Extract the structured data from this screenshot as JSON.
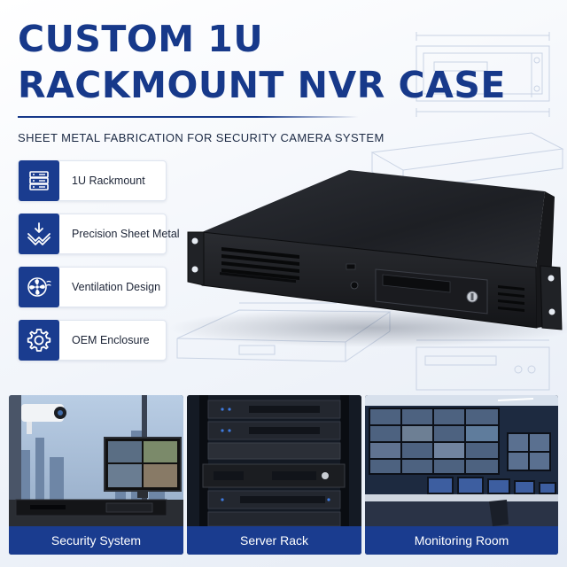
{
  "title": {
    "line1": "CUSTOM 1U",
    "line2": "RACKMOUNT NVR CASE"
  },
  "subtitle": "SHEET METAL FABRICATION FOR SECURITY CAMERA SYSTEM",
  "features": [
    {
      "label": "1U Rackmount",
      "icon": "server-rack-icon"
    },
    {
      "label": "Precision Sheet Metal",
      "icon": "sheet-bend-icon"
    },
    {
      "label": "Ventilation Design",
      "icon": "fan-icon"
    },
    {
      "label": "OEM Enclosure",
      "icon": "gear-icon"
    }
  ],
  "panels": [
    {
      "caption": "Security System"
    },
    {
      "caption": "Server Rack"
    },
    {
      "caption": "Monitoring Room"
    }
  ],
  "colors": {
    "brand_blue": "#1a3c8f",
    "title_blue": "#17398a",
    "chassis": "#1b1d21"
  }
}
